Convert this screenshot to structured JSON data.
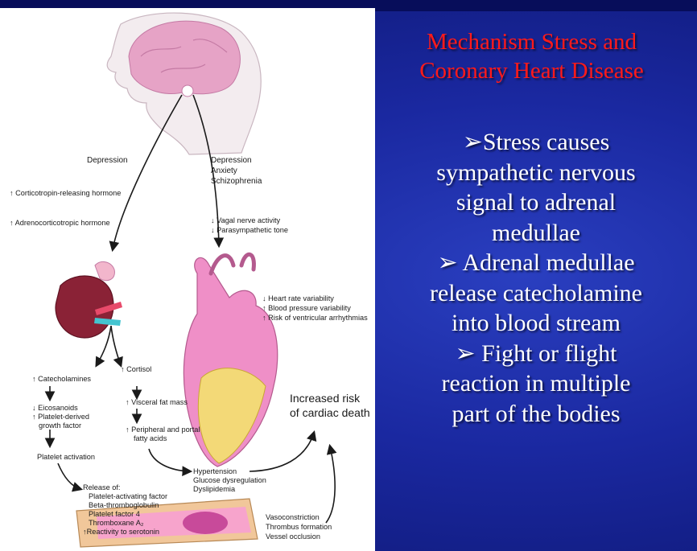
{
  "slide": {
    "title_line1": "Mechanism Stress and",
    "title_line2": "Coronary Heart Disease",
    "title_color": "#ff1a1a",
    "background_color": "#1a28a0",
    "bullet_glyph": "➢",
    "bullets": [
      {
        "lines": [
          "Stress causes",
          "sympathetic nervous",
          "signal to adrenal",
          "medullae"
        ]
      },
      {
        "lines": [
          "Adrenal medullae",
          "release catecholamine",
          "into blood stream"
        ]
      },
      {
        "lines": [
          "Fight or flight",
          "reaction in multiple",
          "part of the bodies"
        ]
      }
    ]
  },
  "figure": {
    "left_branch_label": "Depression",
    "right_branch_label_1": "Depression",
    "right_branch_label_2": "Anxiety",
    "right_branch_label_3": "Schizophrenia",
    "hormone_1": "↑ Corticotropin-releasing hormone",
    "hormone_2": "↑ Adrenocorticotropic hormone",
    "vagal_1": "↓ Vagal nerve activity",
    "vagal_2": "↓ Parasympathetic tone",
    "heart_1": "↓ Heart rate variability",
    "heart_2": "↑ Blood pressure variability",
    "heart_3": "↑ Risk of ventricular arrhythmias",
    "catecholamines": "↑ Catecholamines",
    "cortisol": "↑ Cortisol",
    "eicosanoids": "↓ Eicosanoids",
    "platelet_growth_1": "↑ Platelet-derived",
    "platelet_growth_2": "growth factor",
    "visceral_fat": "↑ Visceral fat mass",
    "fatty_acids_1": "↑ Peripheral and portal",
    "fatty_acids_2": "fatty acids",
    "platelet_activation": "Platelet activation",
    "release_of": "Release of:",
    "release_1": "Platelet-activating factor",
    "release_2": "Beta-thromboglobulin",
    "release_3": "Platelet factor 4",
    "release_4": "Thromboxane A₂",
    "release_5": "↑Reactivity to serotonin",
    "outcome_1": "Hypertension",
    "outcome_2": "Glucose dysregulation",
    "outcome_3": "Dyslipidemia",
    "vessel_1": "Vasoconstriction",
    "vessel_2": "Thrombus formation",
    "vessel_3": "Vessel occlusion",
    "risk_1": "Increased risk",
    "risk_2": "of cardiac death"
  }
}
